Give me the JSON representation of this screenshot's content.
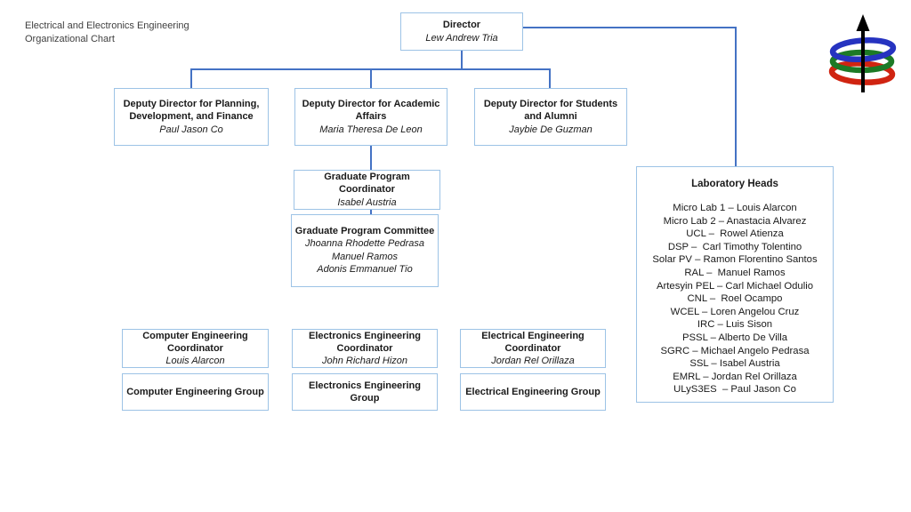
{
  "header": {
    "title_line1": "Electrical and Electronics Engineering",
    "title_line2": "Organizational Chart"
  },
  "colors": {
    "box_border": "#9dc3e6",
    "connector": "#4472c4",
    "text": "#1a1a1a",
    "header_text": "#3f3f3f"
  },
  "org_chart": {
    "director": {
      "title": "Director",
      "name": "Lew Andrew Tria"
    },
    "deputies": [
      {
        "title": "Deputy Director for Planning, Development, and Finance",
        "name": "Paul Jason Co"
      },
      {
        "title": "Deputy Director for Academic Affairs",
        "name": "Maria Theresa De Leon"
      },
      {
        "title": "Deputy Director for Students and Alumni",
        "name": "Jaybie De Guzman"
      }
    ],
    "graduate_program_coordinator": {
      "title": "Graduate Program Coordinator",
      "name": "Isabel Austria"
    },
    "graduate_program_committee": {
      "title": "Graduate Program Committee",
      "members": [
        "Jhoanna Rhodette Pedrasa",
        "Manuel Ramos",
        "Adonis Emmanuel Tio"
      ]
    },
    "coordinators": [
      {
        "title": "Computer Engineering Coordinator",
        "name": "Louis Alarcon",
        "group": "Computer Engineering Group"
      },
      {
        "title": "Electronics Engineering Coordinator",
        "name": "John Richard Hizon",
        "group": "Electronics Engineering Group"
      },
      {
        "title": "Electrical Engineering Coordinator",
        "name": "Jordan Rel Orillaza",
        "group": "Electrical Engineering Group"
      }
    ],
    "laboratory_heads": {
      "title": "Laboratory Heads",
      "entries": [
        "Micro Lab 1 – Louis Alarcon",
        "Micro Lab 2 – Anastacia Alvarez",
        "UCL –  Rowel Atienza",
        "DSP –  Carl Timothy Tolentino",
        "Solar PV – Ramon Florentino Santos",
        "RAL –  Manuel Ramos",
        "Artesyin PEL – Carl Michael Odulio",
        "CNL –  Roel Ocampo",
        "WCEL – Loren Angelou Cruz",
        "IRC – Luis Sison",
        "PSSL – Alberto De Villa",
        "SGRC – Michael Angelo Pedrasa",
        "SSL – Isabel Austria",
        "EMRL – Jordan Rel Orillaza",
        "ULyS3ES  – Paul Jason Co"
      ]
    }
  },
  "logo": {
    "description": "three orbit rings pierced by upward arrow",
    "colors": {
      "top_ring": "#2633c0",
      "middle_ring": "#1d7a26",
      "bottom_ring": "#d02411",
      "arrow": "#000000"
    }
  }
}
